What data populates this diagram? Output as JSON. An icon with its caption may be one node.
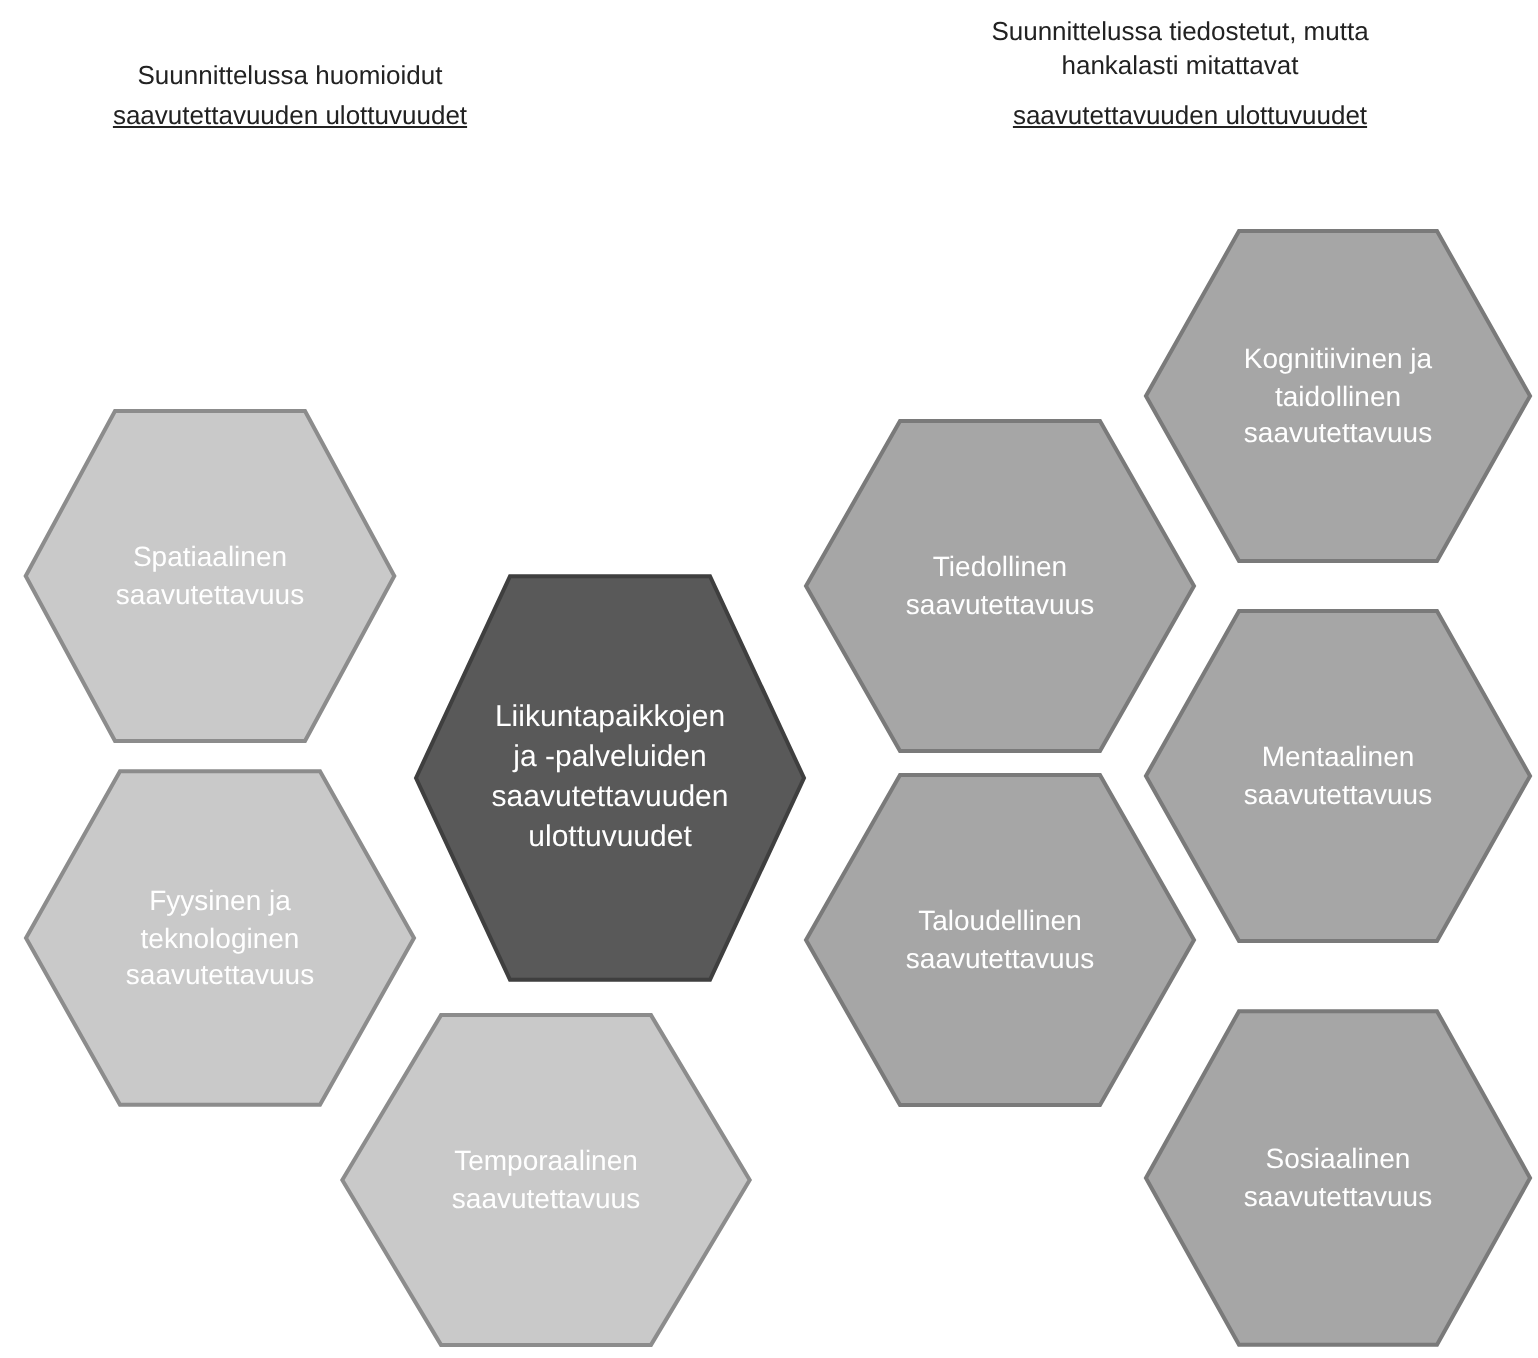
{
  "diagram": {
    "nodes": [
      {
        "text": [
          "Liikuntapaikkojen ja -palveluiden saavutettavuuden ulottuvuudet"
        ]
      },
      {
        "text": [
          "Spatiaalinen saavutettavuus"
        ]
      },
      {
        "text": [
          "Fyysinen ja teknologinen saavutettavuus"
        ]
      },
      {
        "text": [
          "Temporaalinen saavutettavuus"
        ]
      },
      {
        "text": [
          "Tiedollinen saavutettavuus"
        ]
      },
      {
        "text": [
          "Taloudellinen saavutettavuus"
        ]
      },
      {
        "text": [
          "Kognitiivinen ja taidollinen saavutettavuus"
        ]
      },
      {
        "text": [
          "Mentaalinen saavutettavuus"
        ]
      },
      {
        "text": [
          "Sosiaalinen saavutettavuus"
        ]
      }
    ],
    "labels": [
      "Suunnittelussa huomioidut",
      "saavutettavuuden ulottuvuudet",
      "Suunnittelussa tiedostetut, mutta hankalasti mitattavat",
      "saavutettavuuden ulottuvuudet"
    ]
  }
}
